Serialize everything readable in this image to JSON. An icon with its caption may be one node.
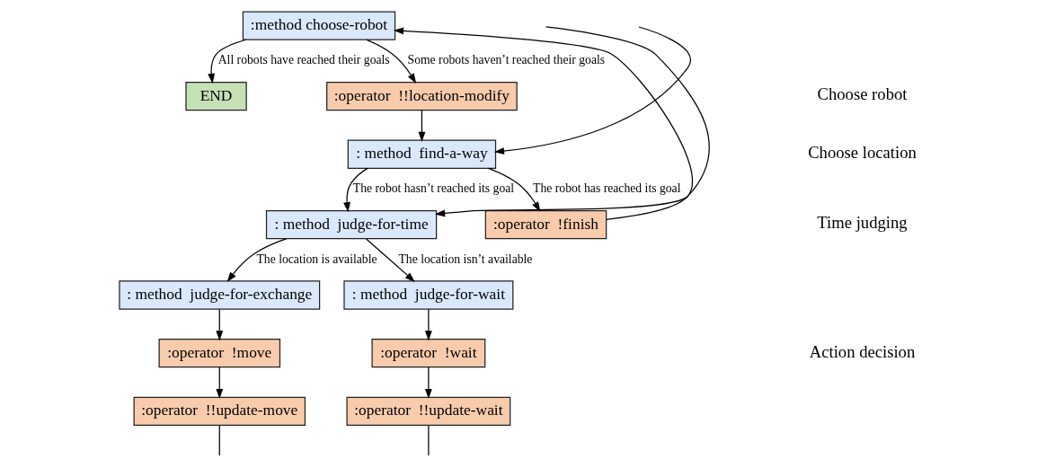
{
  "diagram": {
    "nodes": [
      {
        "text": [
          ":method choose-robot"
        ]
      },
      {
        "text": [
          "END"
        ]
      },
      {
        "text": [
          ":operator  !!location-modify"
        ]
      },
      {
        "text": [
          ": method  find-a-way"
        ]
      },
      {
        "text": [
          ": method  judge-for-time"
        ]
      },
      {
        "text": [
          ":operator  !finish"
        ]
      },
      {
        "text": [
          ": method  judge-for-exchange"
        ]
      },
      {
        "text": [
          ": method  judge-for-wait"
        ]
      },
      {
        "text": [
          ":operator  !move"
        ]
      },
      {
        "text": [
          ":operator  !wait"
        ]
      },
      {
        "text": [
          ":operator  !!update-move"
        ]
      },
      {
        "text": [
          ":operator  !!update-wait"
        ]
      }
    ],
    "edges": [
      {
        "from": 0,
        "to": 1,
        "arrow": "to",
        "label": "All robots have reached their goals"
      },
      {
        "from": 0,
        "to": 2,
        "arrow": "to",
        "label": "Some robots haven’t reached their goals"
      },
      {
        "from": 2,
        "to": 3,
        "arrow": "to"
      },
      {
        "from": null,
        "to": 3,
        "arrow": "to"
      },
      {
        "from": 3,
        "to": 4,
        "arrow": "to",
        "label": "The robot hasn’t reached its goal"
      },
      {
        "from": 3,
        "to": 5,
        "arrow": "to",
        "label": "The robot has reached its goal"
      },
      {
        "from": 5,
        "to": 0,
        "arrow": "to"
      },
      {
        "from": null,
        "to": 4,
        "arrow": "to"
      },
      {
        "from": 4,
        "to": 6,
        "arrow": "to",
        "label": "The location is available"
      },
      {
        "from": 4,
        "to": 7,
        "arrow": "to",
        "label": "The location isn’t available"
      },
      {
        "from": 6,
        "to": 8,
        "arrow": "to"
      },
      {
        "from": 7,
        "to": 9,
        "arrow": "to"
      },
      {
        "from": 8,
        "to": 10,
        "arrow": "to"
      },
      {
        "from": 9,
        "to": 11,
        "arrow": "to"
      },
      {
        "from": 10,
        "to": null,
        "arrow": "none"
      },
      {
        "from": 11,
        "to": null,
        "arrow": "none"
      }
    ],
    "labels": [
      "Choose robot",
      "Choose location",
      "Time judging",
      "Action decision"
    ]
  }
}
